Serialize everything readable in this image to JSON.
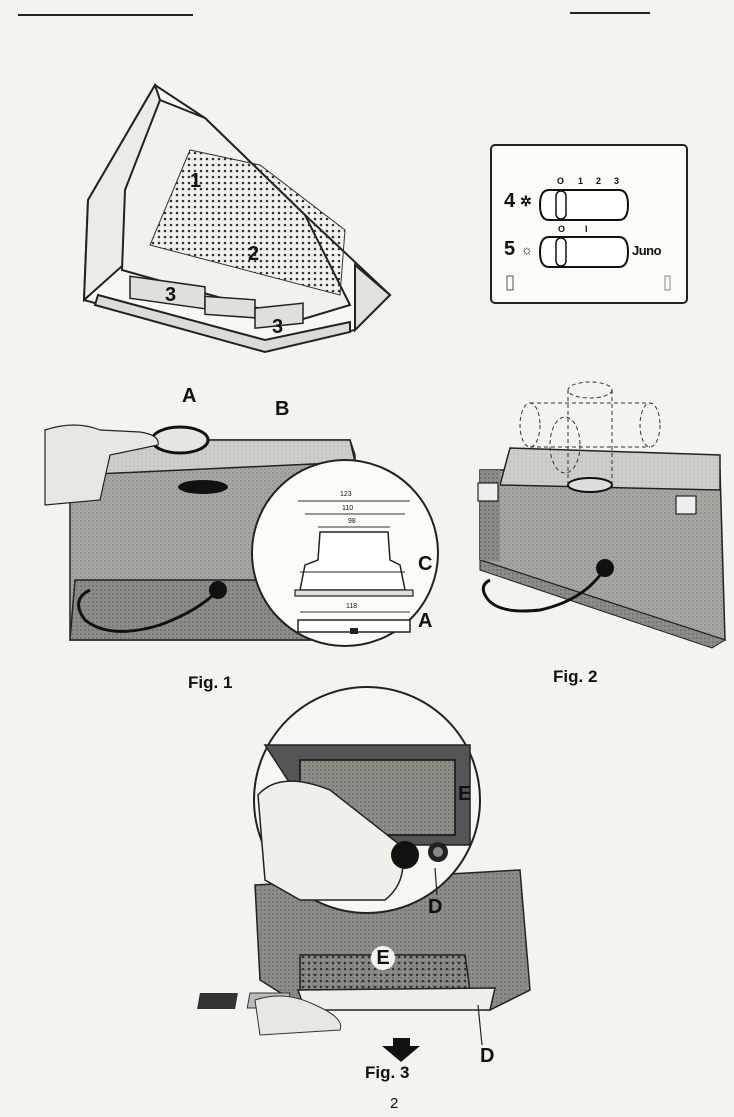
{
  "hood": {
    "labels": [
      "1",
      "2",
      "3",
      "3"
    ]
  },
  "panel": {
    "fan_number": "4",
    "fan_positions": [
      "O",
      "1",
      "2",
      "3"
    ],
    "light_number": "5",
    "light_positions": [
      "O",
      "I"
    ],
    "brand": "Juno",
    "fan_icon": "fan-icon",
    "light_icon": "light-bulb-icon"
  },
  "fig1": {
    "label_a_top": "A",
    "label_b": "B",
    "label_c": "C",
    "label_a_detail": "A",
    "dimensions": [
      "123",
      "110",
      "98",
      "118"
    ],
    "caption": "Fig. 1"
  },
  "fig2": {
    "caption": "Fig. 2"
  },
  "fig3": {
    "label_e_top": "E",
    "label_d_mid": "D",
    "label_e_filter": "E",
    "label_d_bottom": "D",
    "caption": "Fig. 3",
    "arrow_icon": "down-arrow-icon"
  },
  "page_number": "2"
}
